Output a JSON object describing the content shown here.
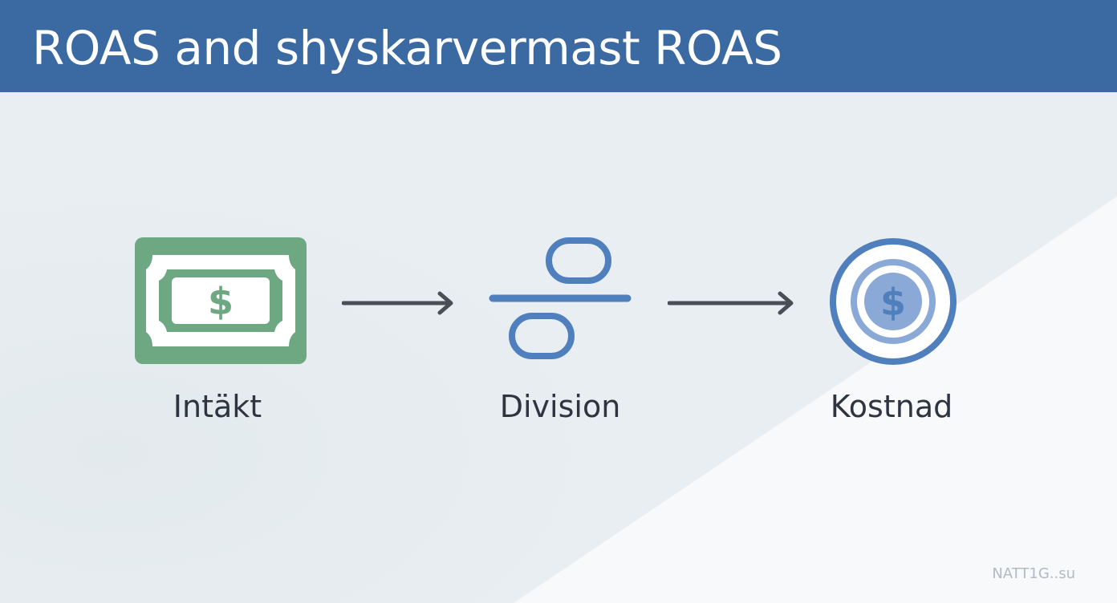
{
  "header": {
    "title": "ROAS and shyskarvermast ROAS"
  },
  "nodes": [
    {
      "id": "revenue",
      "label": "Intäkt",
      "icon": "banknote-icon",
      "color": "#6ea883"
    },
    {
      "id": "division",
      "label": "Division",
      "icon": "division-icon",
      "color": "#4f7fbd"
    },
    {
      "id": "cost",
      "label": "Kostnad",
      "icon": "coin-icon",
      "color": "#4f7fbd"
    }
  ],
  "symbols": {
    "currency": "$"
  },
  "footer": {
    "watermark": "NATT1G..su"
  },
  "colors": {
    "header_bg": "#3a6aa1",
    "arrow": "#4a4f57",
    "text": "#2e3440"
  }
}
